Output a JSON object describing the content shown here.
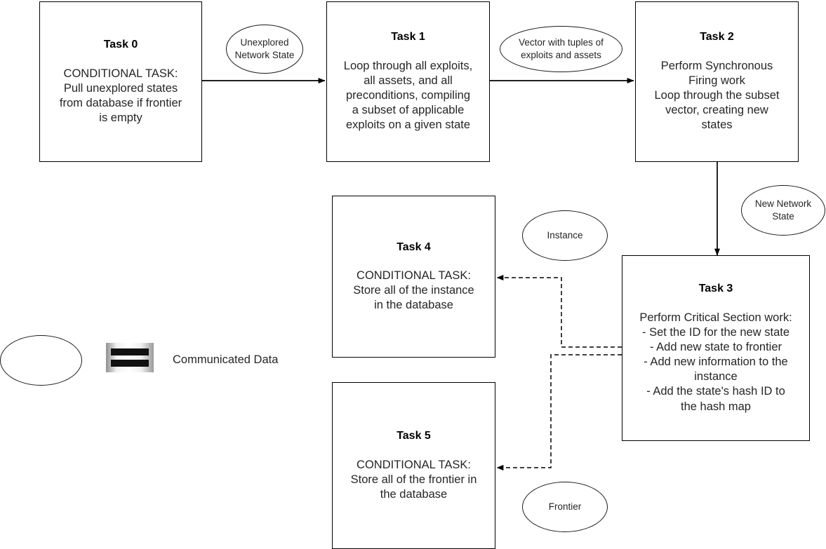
{
  "diagram": {
    "title": "Task pipeline flow diagram",
    "nodes": [
      {
        "id": "task0",
        "title": "Task 0",
        "body": "CONDITIONAL TASK:\nPull unexplored states\nfrom database if frontier\nis empty"
      },
      {
        "id": "task1",
        "title": "Task 1",
        "body": "Loop through all exploits,\nall assets, and all\npreconditions, compiling\na subset of applicable\nexploits on a given state"
      },
      {
        "id": "task2",
        "title": "Task 2",
        "body": "Perform Synchronous\nFiring work\nLoop through the subset\nvector, creating new\nstates"
      },
      {
        "id": "task3",
        "title": "Task 3",
        "body": "Perform Critical Section work:\n- Set the ID for the new state\n- Add new state to frontier\n- Add new information to the\ninstance\n- Add the state's hash ID to\nthe hash map"
      },
      {
        "id": "task4",
        "title": "Task 4",
        "body": "CONDITIONAL TASK:\nStore all of the instance\nin the database"
      },
      {
        "id": "task5",
        "title": "Task 5",
        "body": "CONDITIONAL TASK:\nStore all of the frontier in\nthe database"
      }
    ],
    "edge_labels": [
      {
        "id": "label-unexplored-network-state",
        "text": "Unexplored\nNetwork State"
      },
      {
        "id": "label-vector-tuples",
        "text": "Vector with tuples of\nexploits and assets"
      },
      {
        "id": "label-new-network-state",
        "text": "New Network\nState"
      },
      {
        "id": "label-instance",
        "text": "Instance"
      },
      {
        "id": "label-frontier",
        "text": "Frontier"
      }
    ],
    "legend": {
      "ellipse_text": "",
      "icon_name": "equals-bars-icon",
      "label": "Communicated Data"
    },
    "colors": {
      "stroke": "#000000",
      "text": "#262626",
      "background": "#ffffff"
    }
  }
}
